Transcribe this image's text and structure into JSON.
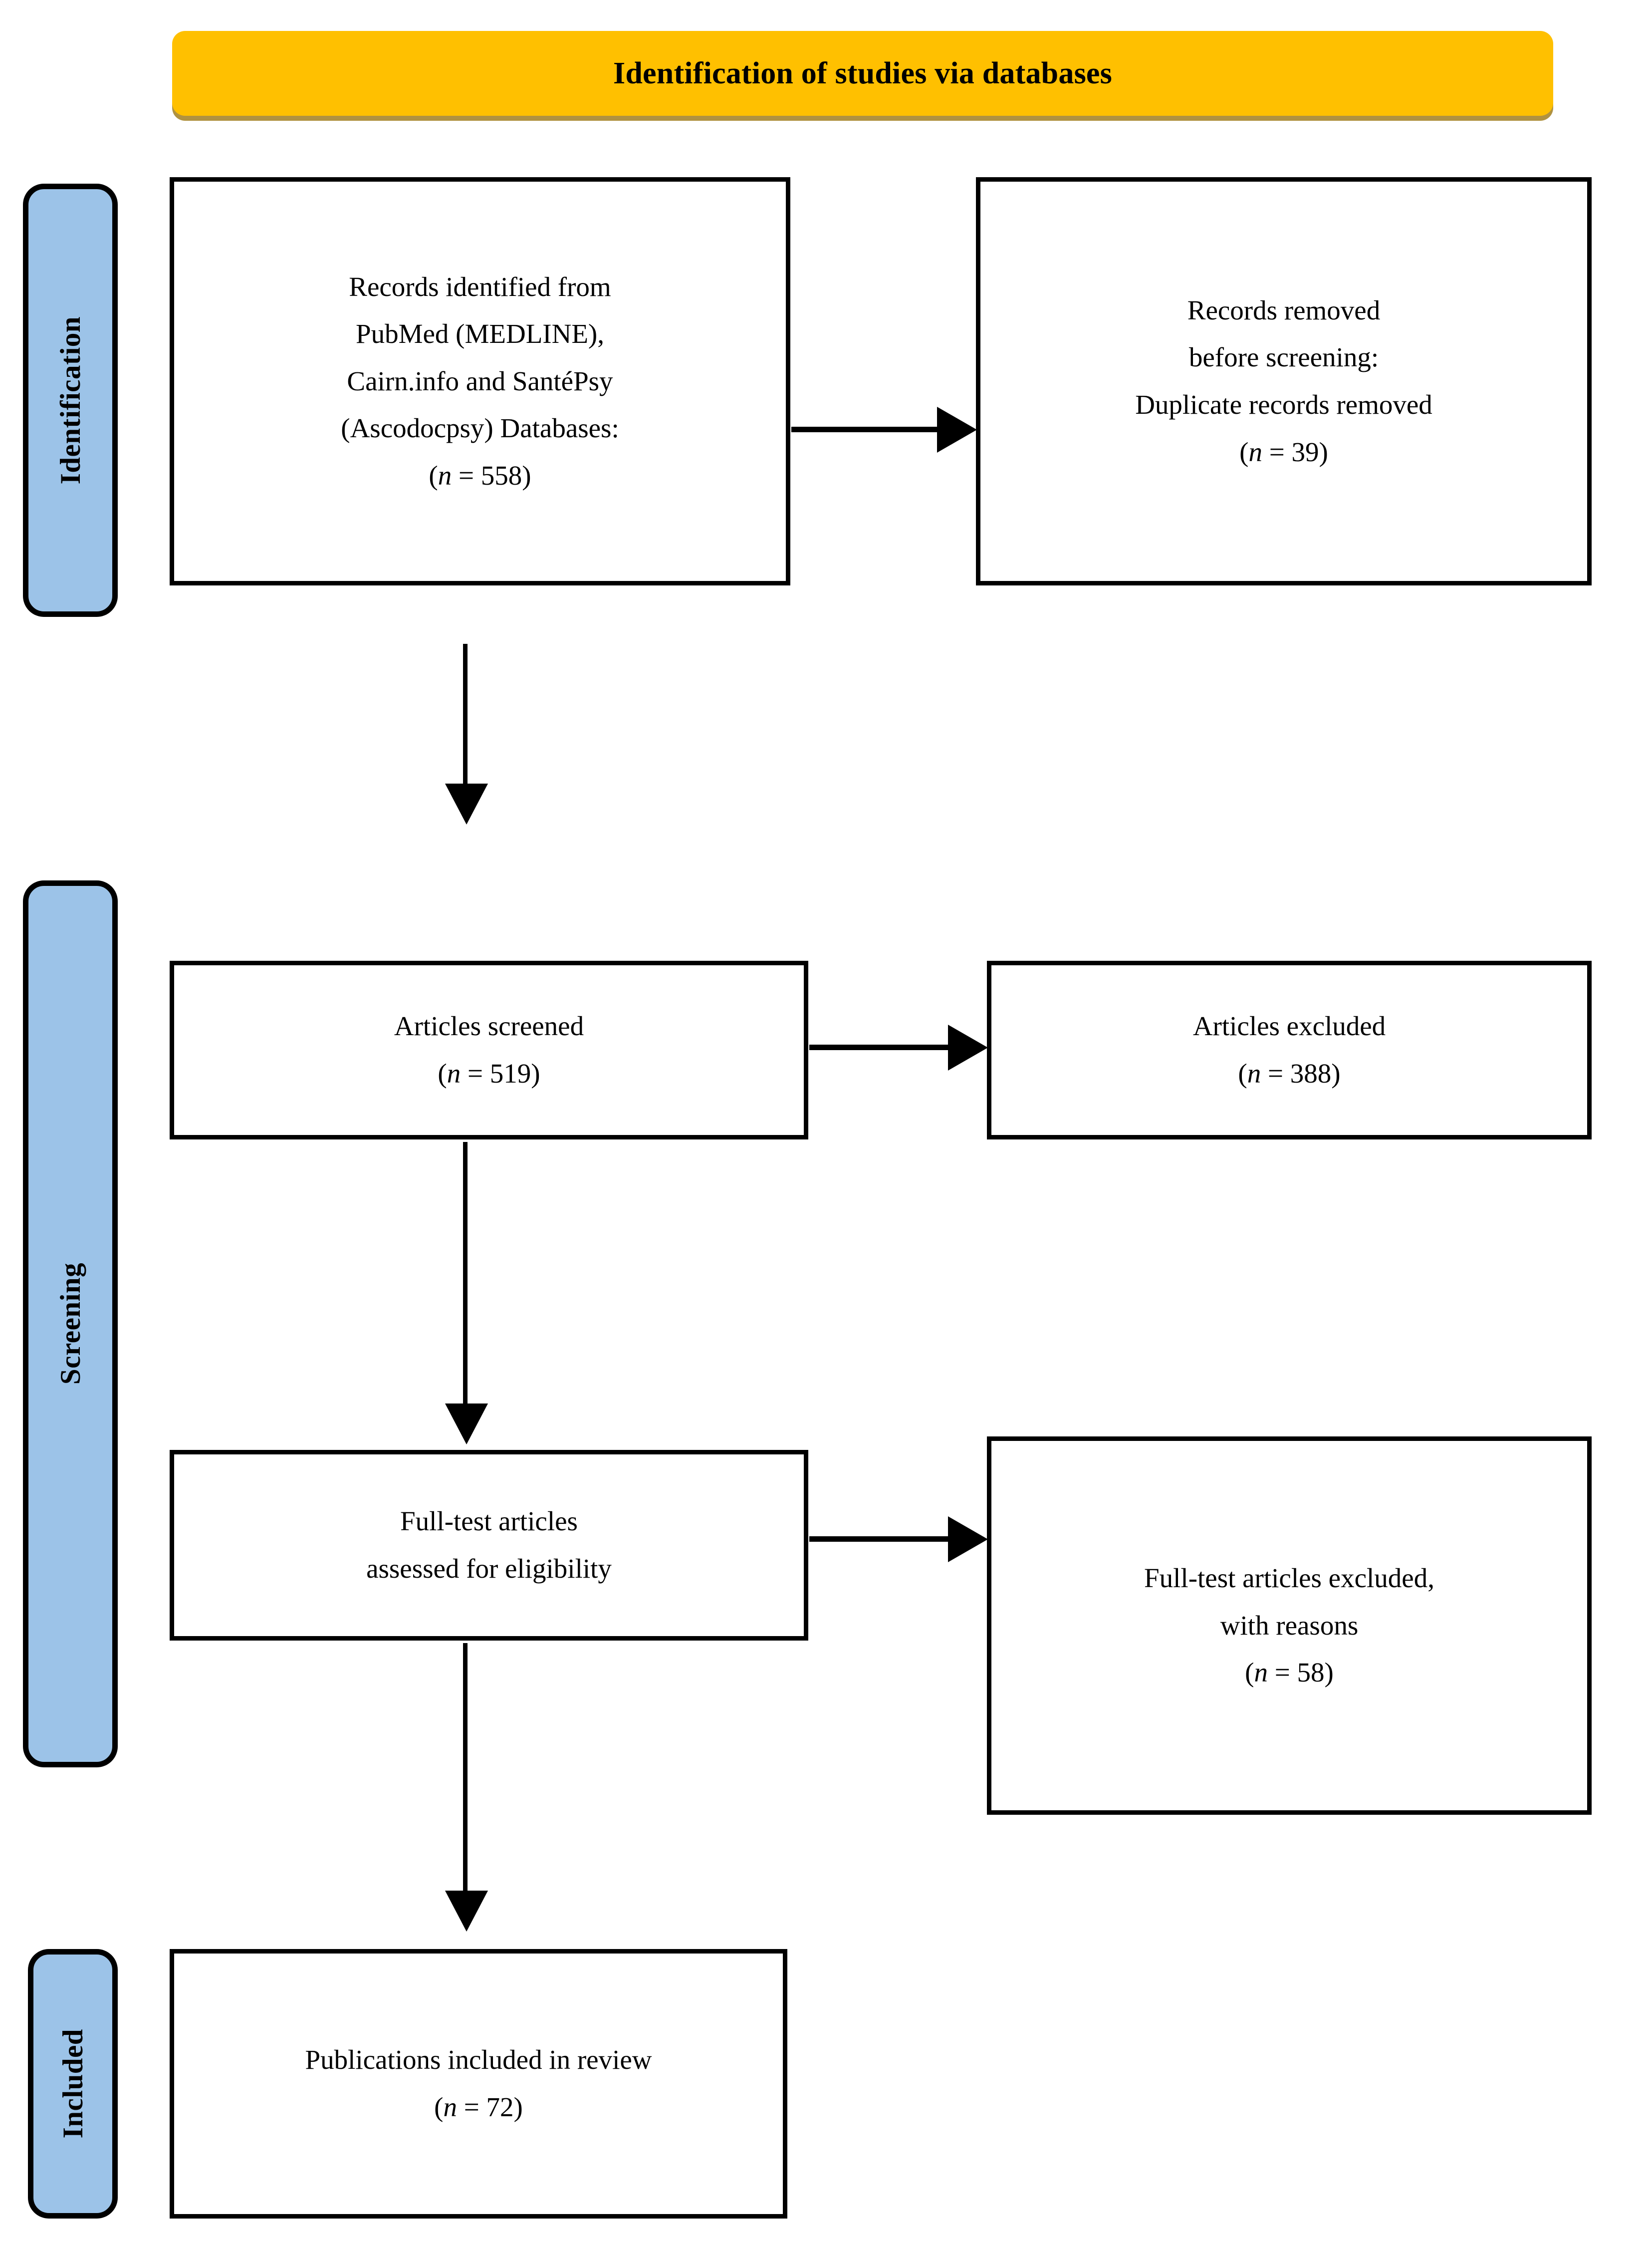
{
  "diagram": {
    "type": "prisma-flow-diagram",
    "header": {
      "title": "Identification of studies via databases",
      "background_color": "#FFC000"
    },
    "stages": [
      {
        "id": "identification",
        "label": "Identification",
        "color": "#9CC3E8"
      },
      {
        "id": "screening",
        "label": "Screening",
        "color": "#9CC3E8"
      },
      {
        "id": "included",
        "label": "Included",
        "color": "#9CC3E8"
      }
    ],
    "boxes": {
      "records_identified": {
        "line1": "Records identified from",
        "line2": "PubMed (MEDLINE),",
        "line3": "Cairn.info and SantéPsy",
        "line4": "(Ascodocpsy) Databases:",
        "count_prefix": "(",
        "count_n": "n",
        "count_eq": " = 558)",
        "count_value": 558
      },
      "records_removed": {
        "line1": "Records removed",
        "line2_italic": "before screening",
        "line2_tail": ":",
        "line3": "Duplicate records removed",
        "count_n": "n",
        "count_eq": " = 39)",
        "count_value": 39
      },
      "articles_screened": {
        "line1": "Articles screened",
        "count_n": "n",
        "count_eq": " = 519)",
        "count_value": 519
      },
      "articles_excluded": {
        "line1": "Articles excluded",
        "count_n": "n",
        "count_eq": " = 388)",
        "count_value": 388
      },
      "fulltext_assessed": {
        "line1": "Full-test articles",
        "line2": "assessed for eligibility"
      },
      "fulltext_excluded": {
        "line1": "Full-test articles excluded,",
        "line2": "with reasons",
        "count_n": "n",
        "count_eq": " = 58)",
        "count_value": 58
      },
      "publications_included": {
        "line1": "Publications included in review",
        "count_n": "n",
        "count_eq": " = 72)",
        "count_value": 72
      }
    },
    "open_paren": "(",
    "connectors": [
      {
        "from": "records_identified",
        "to": "records_removed",
        "direction": "right"
      },
      {
        "from": "records_identified",
        "to": "articles_screened",
        "direction": "down"
      },
      {
        "from": "articles_screened",
        "to": "articles_excluded",
        "direction": "right"
      },
      {
        "from": "articles_screened",
        "to": "fulltext_assessed",
        "direction": "down"
      },
      {
        "from": "fulltext_assessed",
        "to": "fulltext_excluded",
        "direction": "right"
      },
      {
        "from": "fulltext_assessed",
        "to": "publications_included",
        "direction": "down"
      }
    ]
  }
}
